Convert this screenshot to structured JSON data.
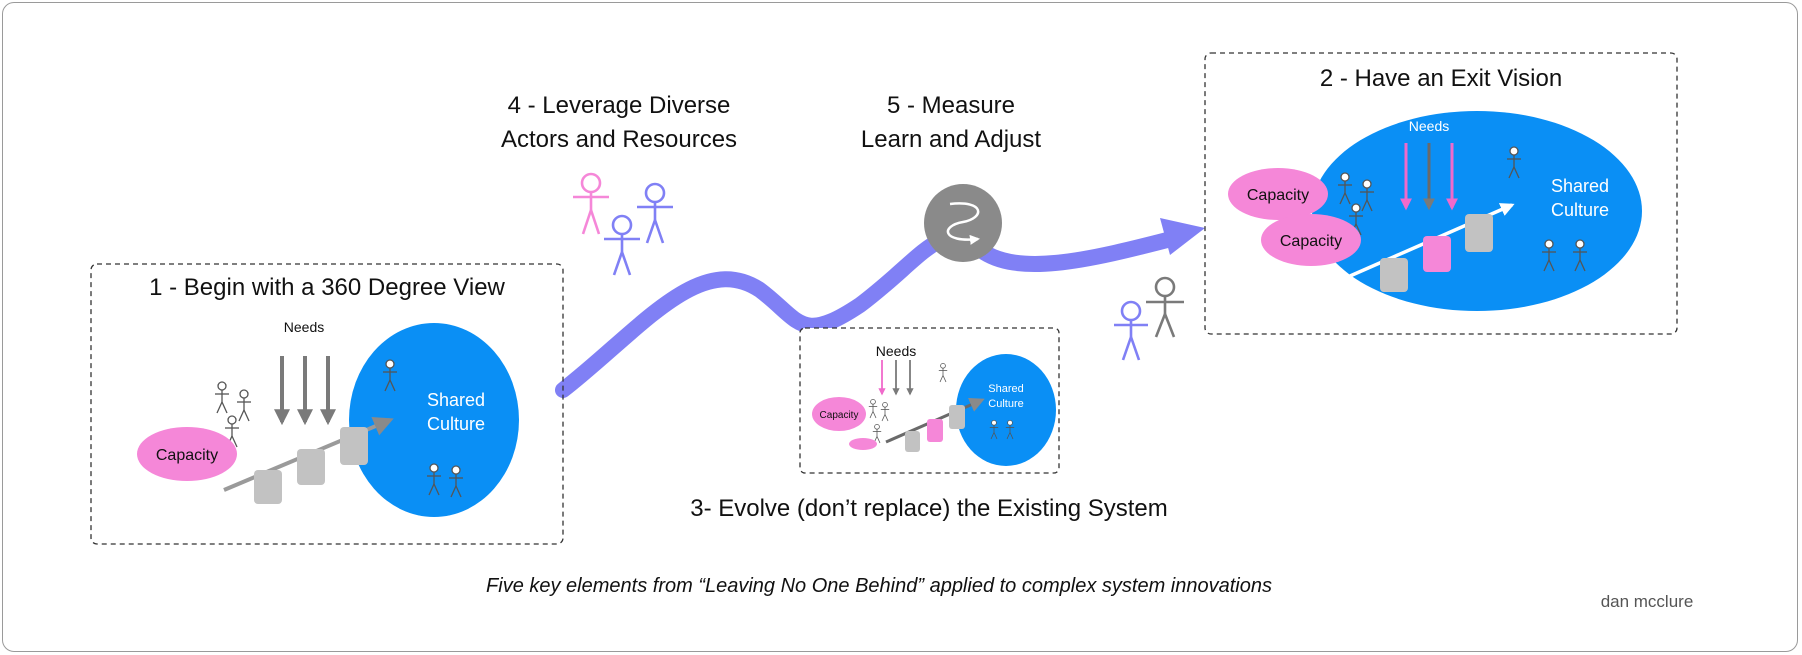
{
  "steps": {
    "s1": "1 - Begin with a 360 Degree View",
    "s2": "2 - Have an Exit Vision",
    "s3": "3- Evolve (don’t replace) the Existing System",
    "s4": [
      "4 - Leverage Diverse",
      "Actors and Resources"
    ],
    "s5": [
      "5 - Measure",
      "Learn and Adjust"
    ]
  },
  "labels": {
    "needs": "Needs",
    "capacity": "Capacity",
    "shared_culture": [
      "Shared",
      "Culture"
    ]
  },
  "caption": "Five key elements from “Leaving No One Behind” applied to complex system innovations",
  "author": "dan mcclure",
  "colors": {
    "path": "#8080f5",
    "culture": "#0a8ff5",
    "capacity": "#f587d8",
    "block": "#c2c2c2",
    "needs_arrow": "#7a7a7a",
    "measure_circle": "#8a8a8a"
  }
}
